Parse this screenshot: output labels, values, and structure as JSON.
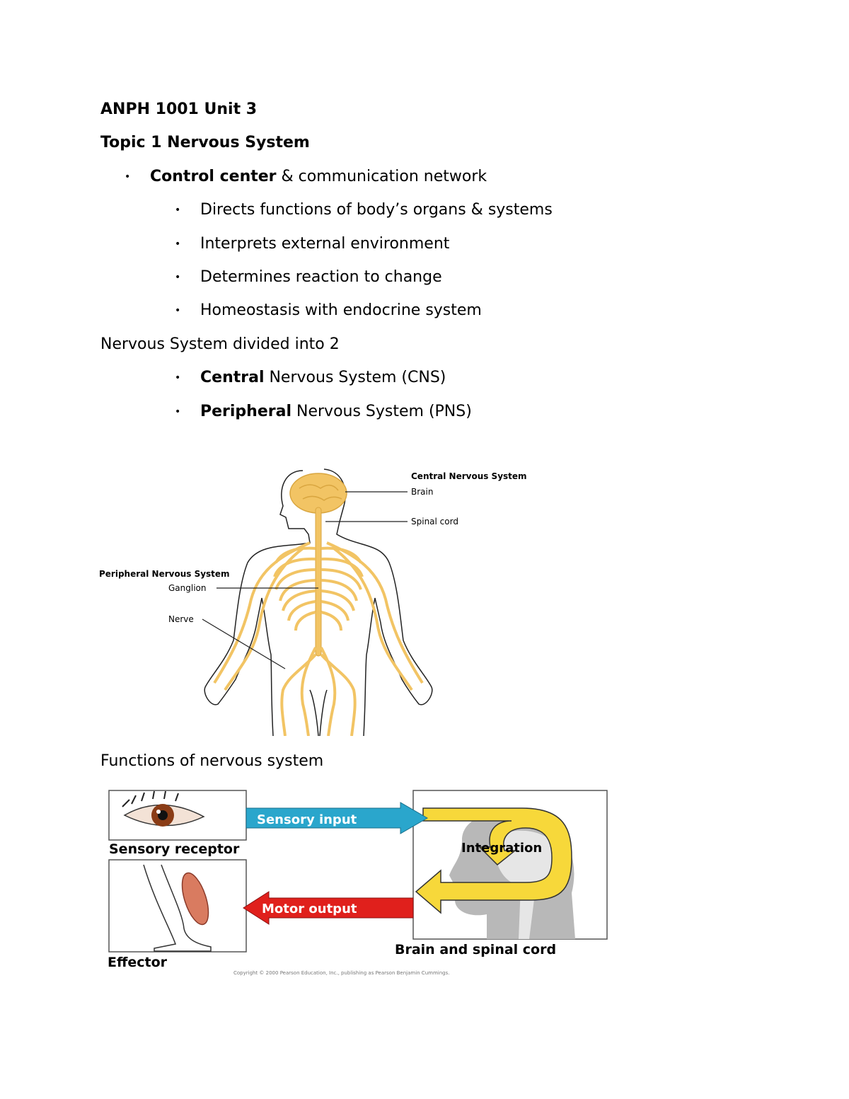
{
  "doc": {
    "course_title": "ANPH 1001 Unit 3",
    "topic_title": "Topic 1 Nervous System",
    "bullet_glyph": "•",
    "intro": {
      "bold": "Control center",
      "rest": " & communication network"
    },
    "sub_items": [
      "Directs functions of body’s organs & systems",
      "Interprets external environment",
      "Determines reaction to change",
      "Homeostasis with endocrine system"
    ],
    "divided_heading": "Nervous System divided into 2",
    "divisions": [
      {
        "bold": "Central",
        "rest": " Nervous System (CNS)"
      },
      {
        "bold": "Peripheral",
        "rest": " Nervous System (PNS)"
      }
    ],
    "functions_heading": "Functions of nervous system"
  },
  "figure1": {
    "cns_title": "Central Nervous System",
    "brain": "Brain",
    "spinal_cord": "Spinal cord",
    "pns_title": "Peripheral Nervous System",
    "ganglion": "Ganglion",
    "nerve": "Nerve"
  },
  "figure2": {
    "sensory_receptor": "Sensory receptor",
    "sensory_input": "Sensory input",
    "integration": "Integration",
    "motor_output": "Motor output",
    "effector": "Effector",
    "brain_spinal": "Brain and spinal cord",
    "copyright": "Copyright © 2000 Pearson Education, Inc., publishing as Pearson Benjamin Cummings."
  },
  "colors": {
    "nerve_yellow": "#f2c464",
    "arrow_blue": "#2aa6cc",
    "arrow_red": "#e0201c",
    "loop_yellow": "#f7d83a",
    "head_gray": "#b8b8b8"
  }
}
